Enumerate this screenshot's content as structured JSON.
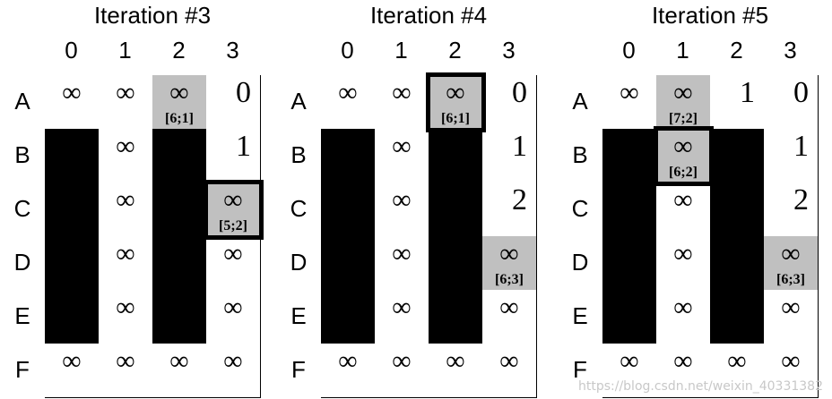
{
  "columns": [
    "0",
    "1",
    "2",
    "3"
  ],
  "rows": [
    "A",
    "B",
    "C",
    "D",
    "E",
    "F"
  ],
  "panels": [
    {
      "title": "Iteration #3",
      "cells": [
        [
          {
            "t": "inf",
            "v": "∞"
          },
          {
            "t": "inf",
            "v": "∞"
          },
          {
            "t": "gray",
            "v": "∞",
            "sub": "[6;1]"
          },
          {
            "t": "num",
            "v": "0"
          }
        ],
        [
          {
            "t": "black"
          },
          {
            "t": "inf",
            "v": "∞"
          },
          {
            "t": "black"
          },
          {
            "t": "num",
            "v": "1"
          }
        ],
        [
          {
            "t": "black"
          },
          {
            "t": "inf",
            "v": "∞"
          },
          {
            "t": "black"
          },
          {
            "t": "gray",
            "v": "∞",
            "sub": "[5;2]",
            "hl": true
          }
        ],
        [
          {
            "t": "black"
          },
          {
            "t": "inf",
            "v": "∞"
          },
          {
            "t": "black"
          },
          {
            "t": "inf",
            "v": "∞"
          }
        ],
        [
          {
            "t": "black"
          },
          {
            "t": "inf",
            "v": "∞"
          },
          {
            "t": "black"
          },
          {
            "t": "inf",
            "v": "∞"
          }
        ],
        [
          {
            "t": "inf",
            "v": "∞"
          },
          {
            "t": "inf",
            "v": "∞"
          },
          {
            "t": "inf",
            "v": "∞"
          },
          {
            "t": "inf",
            "v": "∞"
          }
        ]
      ]
    },
    {
      "title": "Iteration #4",
      "cells": [
        [
          {
            "t": "inf",
            "v": "∞"
          },
          {
            "t": "inf",
            "v": "∞"
          },
          {
            "t": "gray",
            "v": "∞",
            "sub": "[6;1]",
            "hl": true
          },
          {
            "t": "num",
            "v": "0"
          }
        ],
        [
          {
            "t": "black"
          },
          {
            "t": "inf",
            "v": "∞"
          },
          {
            "t": "black"
          },
          {
            "t": "num",
            "v": "1"
          }
        ],
        [
          {
            "t": "black"
          },
          {
            "t": "inf",
            "v": "∞"
          },
          {
            "t": "black"
          },
          {
            "t": "num",
            "v": "2"
          }
        ],
        [
          {
            "t": "black"
          },
          {
            "t": "inf",
            "v": "∞"
          },
          {
            "t": "black"
          },
          {
            "t": "gray",
            "v": "∞",
            "sub": "[6;3]"
          }
        ],
        [
          {
            "t": "black"
          },
          {
            "t": "inf",
            "v": "∞"
          },
          {
            "t": "black"
          },
          {
            "t": "inf",
            "v": "∞"
          }
        ],
        [
          {
            "t": "inf",
            "v": "∞"
          },
          {
            "t": "inf",
            "v": "∞"
          },
          {
            "t": "inf",
            "v": "∞"
          },
          {
            "t": "inf",
            "v": "∞"
          }
        ]
      ]
    },
    {
      "title": "Iteration #5",
      "cells": [
        [
          {
            "t": "inf",
            "v": "∞"
          },
          {
            "t": "gray",
            "v": "∞",
            "sub": "[7;2]"
          },
          {
            "t": "num",
            "v": "1"
          },
          {
            "t": "num",
            "v": "0"
          }
        ],
        [
          {
            "t": "black"
          },
          {
            "t": "gray",
            "v": "∞",
            "sub": "[6;2]",
            "hl": true
          },
          {
            "t": "black"
          },
          {
            "t": "num",
            "v": "1"
          }
        ],
        [
          {
            "t": "black"
          },
          {
            "t": "inf",
            "v": "∞"
          },
          {
            "t": "black"
          },
          {
            "t": "num",
            "v": "2"
          }
        ],
        [
          {
            "t": "black"
          },
          {
            "t": "inf",
            "v": "∞"
          },
          {
            "t": "black"
          },
          {
            "t": "gray",
            "v": "∞",
            "sub": "[6;3]"
          }
        ],
        [
          {
            "t": "black"
          },
          {
            "t": "inf",
            "v": "∞"
          },
          {
            "t": "black"
          },
          {
            "t": "inf",
            "v": "∞"
          }
        ],
        [
          {
            "t": "inf",
            "v": "∞"
          },
          {
            "t": "inf",
            "v": "∞"
          },
          {
            "t": "inf",
            "v": "∞"
          },
          {
            "t": "inf",
            "v": "∞"
          }
        ]
      ]
    }
  ],
  "watermark": "https://blog.csdn.net/weixin_40331382"
}
